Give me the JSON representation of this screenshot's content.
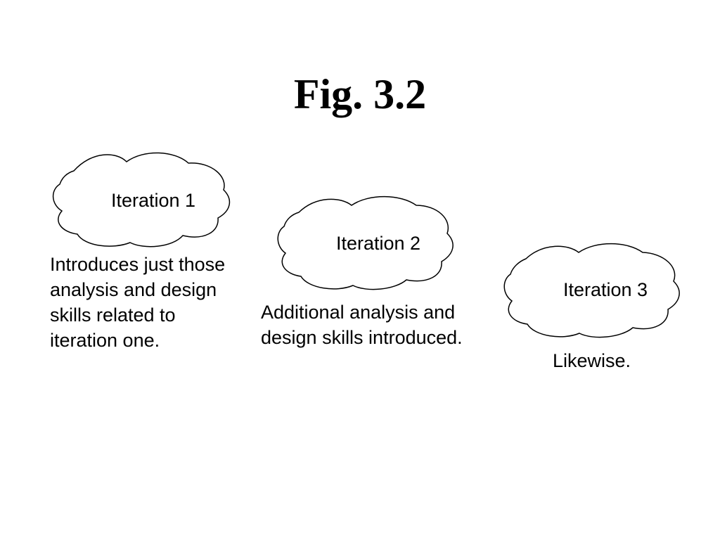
{
  "title": "Fig. 3.2",
  "iterations": [
    {
      "label": "Iteration 1",
      "description": "Introduces just those\nanalysis and design\nskills related to\niteration one."
    },
    {
      "label": "Iteration 2",
      "description": "Additional analysis and\ndesign skills introduced."
    },
    {
      "label": "Iteration 3",
      "description": "Likewise."
    }
  ],
  "colors": {
    "background": "#ffffff",
    "stroke": "#000000",
    "text": "#000000"
  }
}
